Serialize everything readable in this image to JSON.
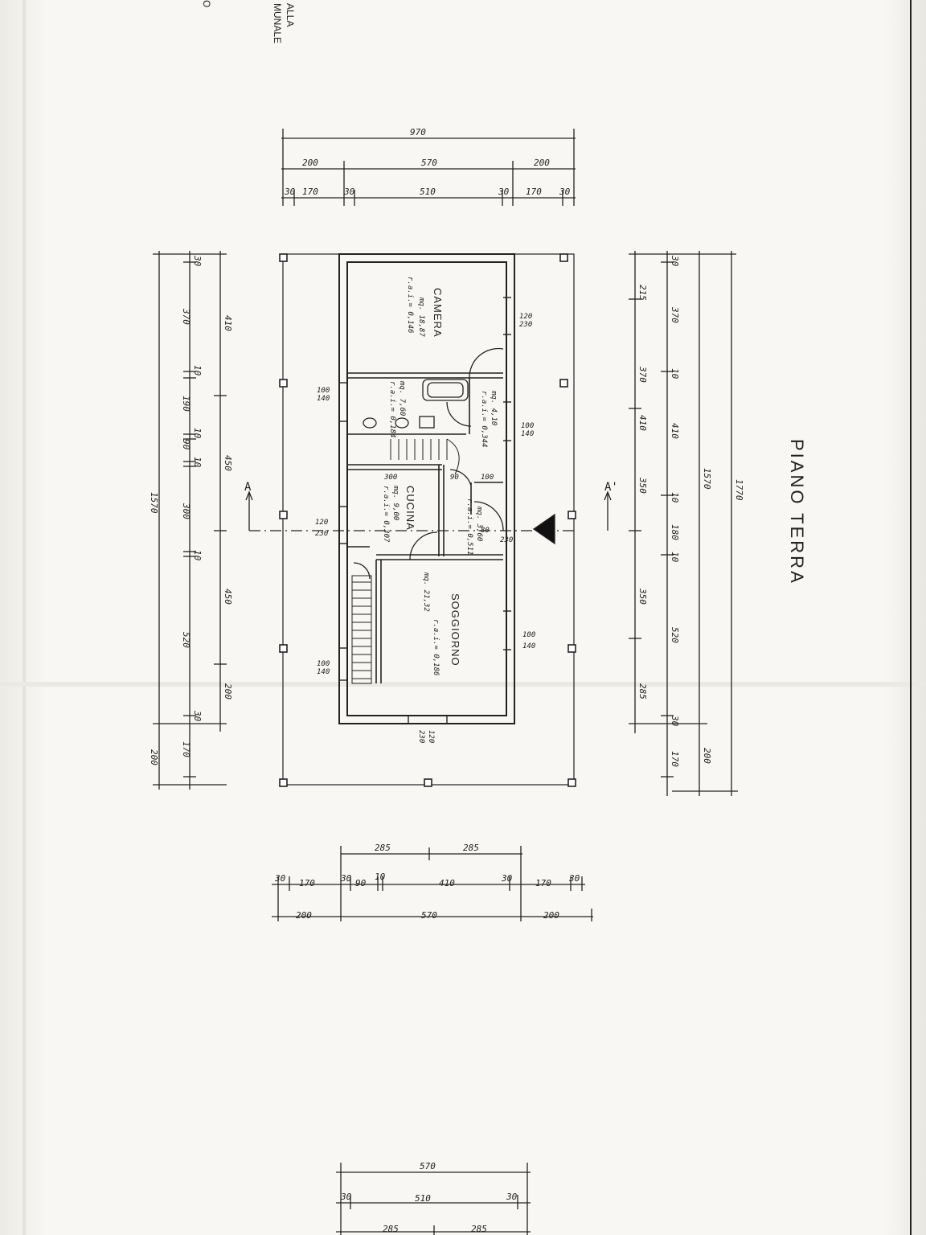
{
  "title": "PIANO TERRA",
  "corner_text": {
    "line1": "ALLA",
    "line2": "MUNALE",
    "line3": "O"
  },
  "section_marks": {
    "left": "A",
    "right": "A'"
  },
  "rooms": [
    {
      "id": "camera",
      "name": "CAMERA",
      "area": "mq. 18,87",
      "ratio": "r.a.i.= 0,146"
    },
    {
      "id": "bagno",
      "name": "",
      "area": "mq. 7,60",
      "ratio": "r.a.i.= 0,184"
    },
    {
      "id": "disimpegno",
      "name": "",
      "area": "mq. 4,10",
      "ratio": "r.a.i.= 0,344"
    },
    {
      "id": "cucina",
      "name": "CUCINA",
      "area": "mq. 9,00",
      "ratio": "r.a.i.= 0,307"
    },
    {
      "id": "ingresso",
      "name": "",
      "area": "mq. 3,60",
      "ratio": "r.a.i.= 0,511"
    },
    {
      "id": "soggiorno",
      "name": "SOGGIORNO",
      "area": "mq. 21,32",
      "ratio": "r.a.i.= 0,186"
    }
  ],
  "windows": [
    {
      "w": "120",
      "h": "230"
    },
    {
      "w": "100",
      "h": "140"
    },
    {
      "w": "100",
      "h": "140"
    },
    {
      "w": "120",
      "h": "230"
    },
    {
      "w": "100",
      "h": "140"
    },
    {
      "w": "100",
      "h": "140"
    },
    {
      "w": "120",
      "h": "230"
    }
  ],
  "door_labels": [
    "300",
    "90",
    "100",
    "80",
    "230"
  ],
  "top_dims": {
    "total": "970",
    "row2": [
      "200",
      "570",
      "200"
    ],
    "row3": [
      "30",
      "170",
      "30",
      "510",
      "30",
      "170",
      "30"
    ]
  },
  "bottom_dims": {
    "row1": [
      "285",
      "285"
    ],
    "row2": [
      "30",
      "170",
      "30",
      "90",
      "10",
      "410",
      "30",
      "170",
      "30"
    ],
    "row3": [
      "200",
      "570",
      "200"
    ]
  },
  "footer_dims": {
    "row1": "570",
    "row2": [
      "30",
      "510",
      "30"
    ],
    "row3": [
      "285",
      "285"
    ]
  },
  "left_dims": {
    "outer": "1570",
    "mid": [
      "410",
      "450",
      "450",
      "200",
      "200"
    ],
    "inner": [
      "30",
      "370",
      "10",
      "190",
      "10",
      "90",
      "10",
      "300",
      "10",
      "520",
      "30",
      "170"
    ]
  },
  "right_dims": {
    "outer": "1770",
    "mid": [
      "1570",
      "200"
    ],
    "inner_a": [
      "215",
      "370",
      "410",
      "350",
      "350",
      "285"
    ],
    "inner_b": [
      "30",
      "370",
      "10",
      "410",
      "10",
      "180",
      "10",
      "520",
      "30",
      "170"
    ]
  }
}
